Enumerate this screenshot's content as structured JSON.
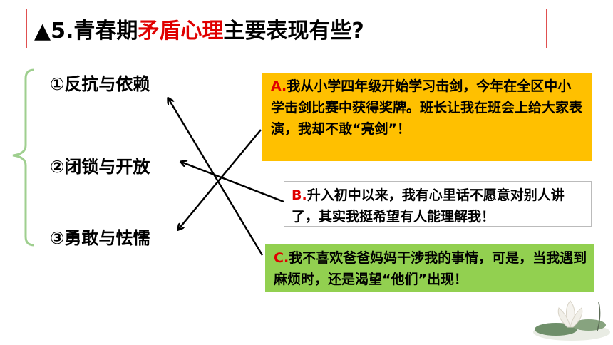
{
  "title": {
    "prefix": "▲5.青春期",
    "highlight": "矛盾心理",
    "suffix": "主要表现有些?"
  },
  "items": [
    {
      "label": "①反抗与依赖"
    },
    {
      "label": "②闭锁与开放"
    },
    {
      "label": "③勇敢与怯懦"
    }
  ],
  "boxes": {
    "a": {
      "label": "A.",
      "text": "我从小学四年级开始学习击剑，今年在全区中小学击剑比赛中获得奖牌。班长让我在班会上给大家表演，我却不敢“亮剑”！"
    },
    "b": {
      "label": "B.",
      "text": "升入初中以来，我有心里话不愿意对别人讲了，其实我挺希望有人能理解我！"
    },
    "c": {
      "label": "C.",
      "text": "我不喜欢爸爸妈妈干涉我的事情，可是，当我遇到麻烦时，还是渴望“他们”出现！"
    }
  },
  "colors": {
    "title_border": "#e05050",
    "highlight": "#e00000",
    "box_a": "#ffc000",
    "box_c": "#92d050",
    "brace": "#9fcf8f"
  }
}
